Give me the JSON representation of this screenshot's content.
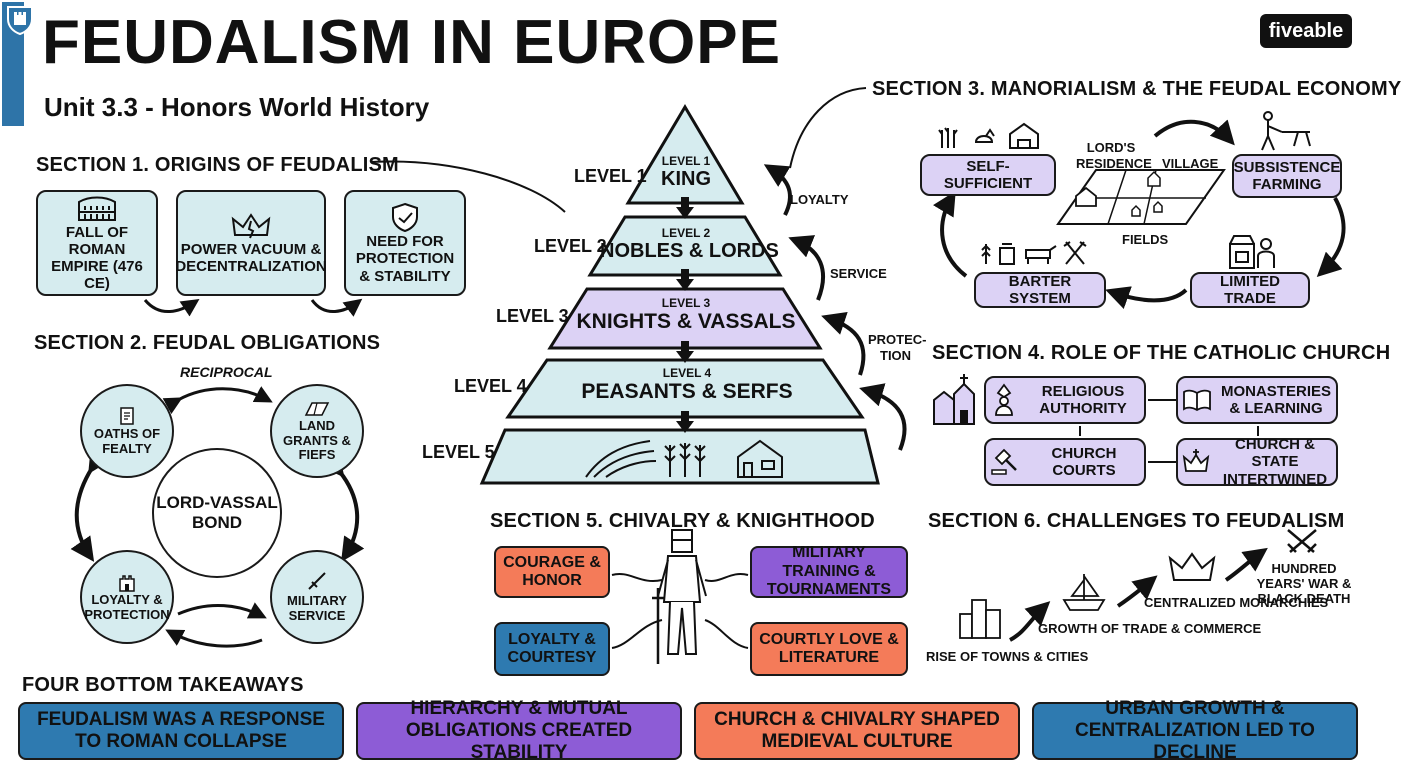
{
  "header": {
    "title": "FEUDALISM IN EUROPE",
    "subtitle": "Unit 3.3 - Honors World History",
    "brand": "fiveable"
  },
  "section1": {
    "heading": "SECTION 1. ORIGINS OF FEUDALISM",
    "boxes": [
      {
        "label": "FALL OF ROMAN EMPIRE (476 CE)",
        "icon": "colosseum-icon"
      },
      {
        "label": "POWER VACUUM & DECENTRALIZATION",
        "icon": "broken-crown-icon"
      },
      {
        "label": "NEED FOR PROTECTION & STABILITY",
        "icon": "shield-hand-icon"
      }
    ]
  },
  "section2": {
    "heading": "SECTION 2. FEUDAL OBLIGATIONS",
    "reciprocal": "RECIPROCAL",
    "center": "LORD-VASSAL BOND",
    "nodes": [
      {
        "label": "OATHS OF FEALTY",
        "icon": "scroll-icon"
      },
      {
        "label": "LAND GRANTS & FIEFS",
        "icon": "land-map-icon"
      },
      {
        "label": "LOYALTY & PROTECTION",
        "icon": "castle-icon"
      },
      {
        "label": "MILITARY SERVICE",
        "icon": "sword-icon"
      }
    ]
  },
  "pyramid": {
    "levels": [
      {
        "level": "LEVEL 1",
        "small": "LEVEL 1",
        "name": "KING"
      },
      {
        "level": "LEVEL 2",
        "small": "LEVEL 2",
        "name": "NOBLES & LORDS"
      },
      {
        "level": "LEVEL 3",
        "small": "LEVEL 3",
        "name": "KNIGHTS & VASSALS"
      },
      {
        "level": "LEVEL 4",
        "small": "LEVEL 4",
        "name": "PEASANTS & SERFS"
      },
      {
        "level": "LEVEL 5",
        "icons": [
          "fields-icon",
          "crops-icon",
          "house-icon"
        ]
      }
    ],
    "side_labels": {
      "loyalty": "LOYALTY",
      "service": "SERVICE",
      "protection_1": "PROTEC-",
      "protection_2": "TION"
    }
  },
  "section3": {
    "heading": "SECTION 3. MANORIALISM & THE FEUDAL ECONOMY",
    "boxes": {
      "self_sufficient": "SELF-SUFFICIENT",
      "subsistence": "SUBSISTENCE FARMING",
      "barter": "BARTER SYSTEM",
      "limited": "LIMITED TRADE"
    },
    "map_labels": {
      "lords": "LORD'S RESIDENCE",
      "village": "VILLAGE",
      "fields": "FIELDS"
    }
  },
  "section4": {
    "heading": "SECTION 4. ROLE OF THE CATHOLIC CHURCH",
    "boxes": [
      {
        "label": "RELIGIOUS AUTHORITY",
        "icon": "bishop-icon"
      },
      {
        "label": "MONASTERIES & LEARNING",
        "icon": "book-icon"
      },
      {
        "label": "CHURCH COURTS",
        "icon": "gavel-icon"
      },
      {
        "label": "CHURCH & STATE INTERTWINED",
        "icon": "crown-cross-icon"
      }
    ]
  },
  "section5": {
    "heading": "SECTION 5. CHIVALRY & KNIGHTHOOD",
    "chips": {
      "courage": "COURAGE & HONOR",
      "loyalty": "LOYALTY & COURTESY",
      "military": "MILITARY TRAINING & TOURNAMENTS",
      "courtly": "COURTLY LOVE & LITERATURE"
    }
  },
  "section6": {
    "heading": "SECTION 6. CHALLENGES TO FEUDALISM",
    "steps": [
      {
        "label": "RISE OF TOWNS & CITIES",
        "icon": "city-icon"
      },
      {
        "label": "GROWTH OF TRADE & COMMERCE",
        "icon": "ship-icon"
      },
      {
        "label": "CENTRALIZED MONARCHIES",
        "icon": "crown-icon"
      },
      {
        "label": "HUNDRED YEARS' WAR & BLACK DEATH",
        "icon": "crossed-swords-icon"
      }
    ]
  },
  "takeaways": {
    "heading": "FOUR BOTTOM TAKEAWAYS",
    "items": [
      "FEUDALISM WAS A RESPONSE TO ROMAN COLLAPSE",
      "HIERARCHY & MUTUAL OBLIGATIONS CREATED STABILITY",
      "CHURCH & CHIVALRY SHAPED MEDIEVAL CULTURE",
      "URBAN GROWTH & CENTRALIZATION LED TO DECLINE"
    ]
  },
  "colors": {
    "teal": "#d6ecef",
    "lavender": "#dcd2f5",
    "orange": "#f47b59",
    "blue": "#2e7ab0",
    "purple": "#8d5cd6"
  }
}
